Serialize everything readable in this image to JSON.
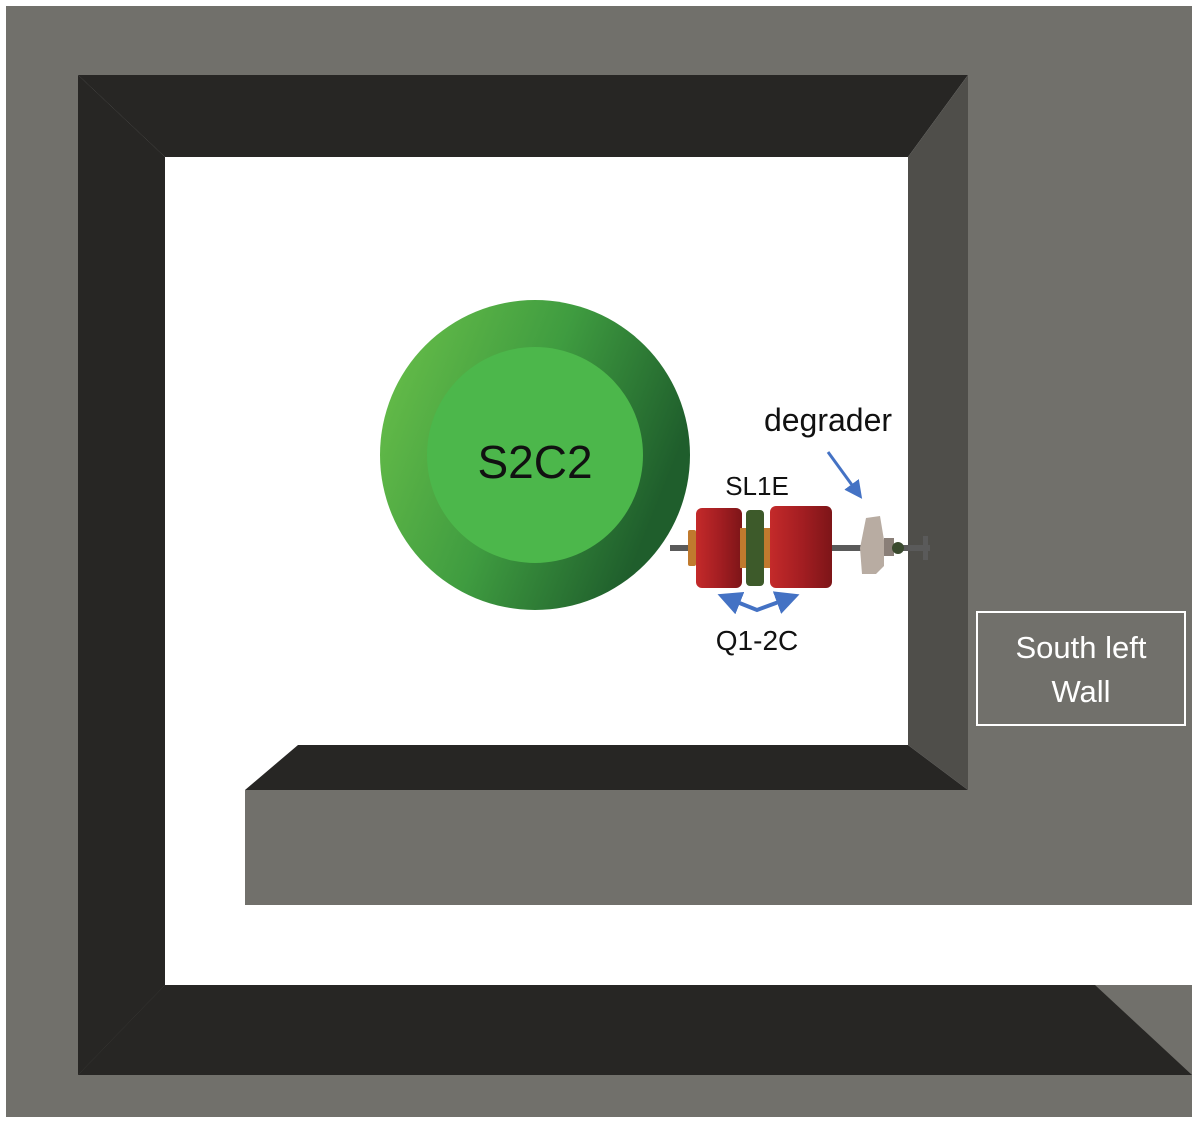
{
  "labels": {
    "cyclotron": "S2C2",
    "slit": "SL1E",
    "degrader": "degrader",
    "quadrupole": "Q1-2C",
    "wall_line1": "South left",
    "wall_line2": "Wall"
  },
  "colors": {
    "wall_top": "#71706b",
    "wall_inner_dark": "#272624",
    "wall_inner_mid": "#4f4e4a",
    "floor": "#ffffff",
    "cyclotron_outer": "#3f9c40",
    "cyclotron_inner": "#4cb74b",
    "magnet": "#a41e22",
    "coil": "#c07a2e",
    "slit": "#3d5a2a",
    "arrow": "#4472c4",
    "beamline": "#5a5a5a",
    "degrader": "#b8aca2"
  }
}
